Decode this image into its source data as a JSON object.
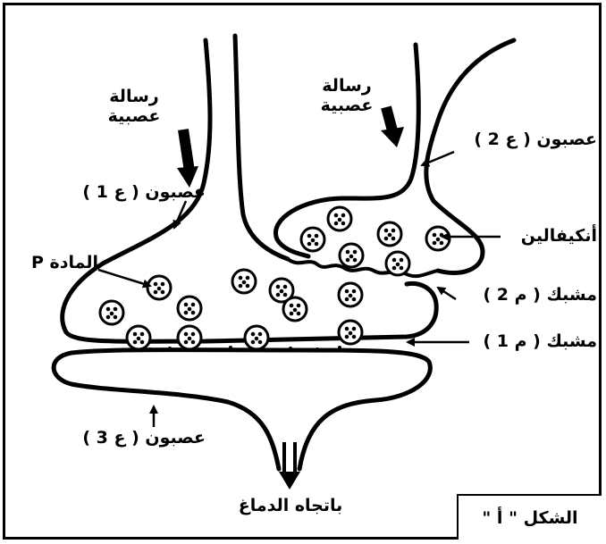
{
  "labels": {
    "message_left_line1": "رسالة",
    "message_left_line2": "عصبية",
    "message_right_line1": "رسالة",
    "message_right_line2": "عصبية",
    "neuron1": "عصبون ( ع 1 )",
    "neuron2": "عصبون ( ع 2 )",
    "neuron3": "عصبون ( ع 3 )",
    "substance_p": "المادة P",
    "enkephalin": "أنكيفالين",
    "synapse2": "مشبك ( م 2 )",
    "synapse1": "مشبك ( م 1 )",
    "to_brain": "باتجاه الدماغ",
    "figure_caption": "الشكل \" أ \""
  }
}
